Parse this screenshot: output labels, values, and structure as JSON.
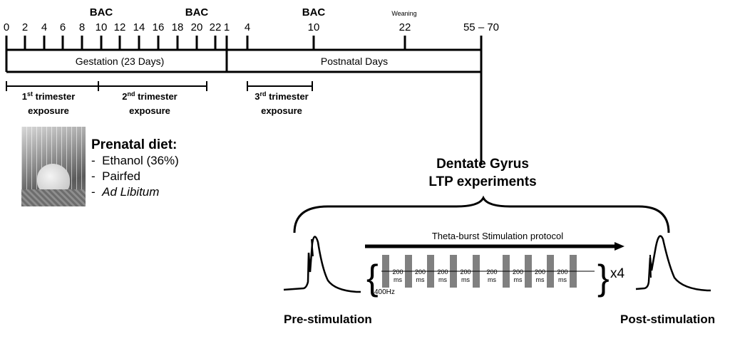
{
  "timeline": {
    "gestation_ticks": [
      "0",
      "2",
      "4",
      "6",
      "8",
      "10",
      "12",
      "14",
      "16",
      "18",
      "20",
      "22"
    ],
    "postnatal_ticks": [
      "1",
      "4",
      "10",
      "22",
      "55 – 70"
    ],
    "bac_label": "BAC",
    "weaning_label": "Weaning",
    "gestation_label": "Gestation (23 Days)",
    "postnatal_label": "Postnatal Days"
  },
  "trimesters": [
    {
      "ordinal": "1",
      "suffix": "st",
      "word": " trimester",
      "line2": "exposure"
    },
    {
      "ordinal": "2",
      "suffix": "nd",
      "word": " trimester",
      "line2": "exposure"
    },
    {
      "ordinal": "3",
      "suffix": "rd",
      "word": " trimester",
      "line2": "exposure"
    }
  ],
  "diet": {
    "title": "Prenatal diet:",
    "items": [
      "Ethanol (36%)",
      "Pairfed",
      "Ad Libitum"
    ]
  },
  "experiment": {
    "title_line1": "Dentate Gyrus",
    "title_line2": "LTP experiments",
    "protocol_label": "Theta-burst Stimulation protocol",
    "interval_value": "200",
    "interval_unit": "ms",
    "frequency": "400Hz",
    "repeat": "x4",
    "pre_label": "Pre-stimulation",
    "post_label": "Post-stimulation"
  }
}
